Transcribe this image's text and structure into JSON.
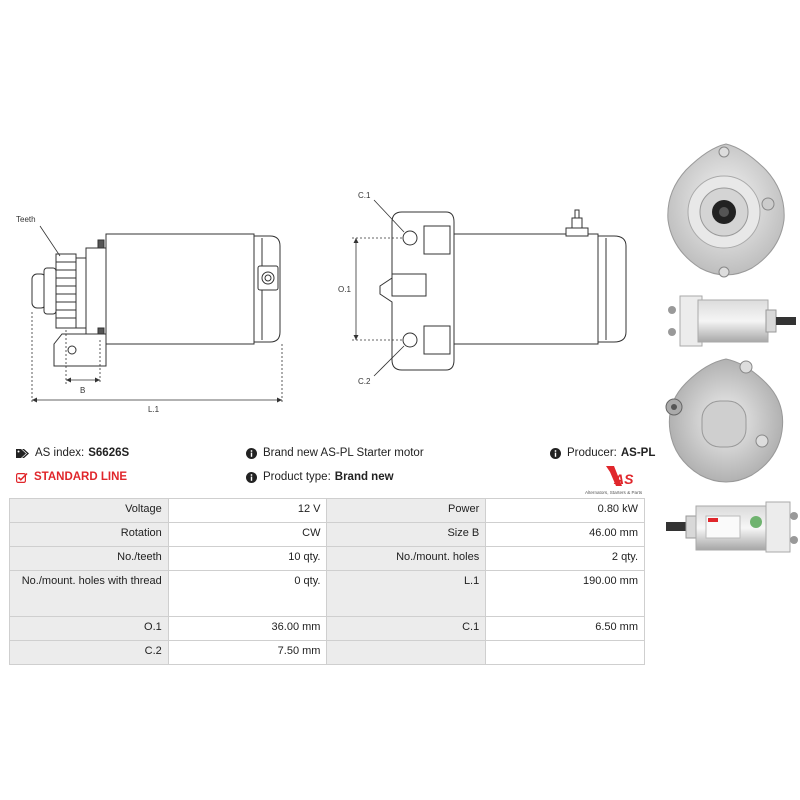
{
  "drawing_labels": {
    "teeth": "Teeth",
    "b": "B",
    "l1": "L.1",
    "c1": "C.1",
    "o1": "O.1",
    "c2": "C.2"
  },
  "info": {
    "as_index_label": "AS index:",
    "as_index_value": "S6626S",
    "brand_new_text": "Brand new AS-PL Starter motor",
    "producer_label": "Producer:",
    "producer_value": "AS-PL",
    "line_text": "STANDARD LINE",
    "product_type_label": "Product type:",
    "product_type_value": "Brand new"
  },
  "logo": {
    "mark": "AS",
    "tagline": "Alternators, Starters & Parts",
    "brand_color": "#e0262b"
  },
  "spec_rows": [
    [
      {
        "label": "Voltage",
        "value": "12 V"
      },
      {
        "label": "Power",
        "value": "0.80 kW"
      }
    ],
    [
      {
        "label": "Rotation",
        "value": "CW"
      },
      {
        "label": "Size B",
        "value": "46.00 mm"
      }
    ],
    [
      {
        "label": "No./teeth",
        "value": "10 qty."
      },
      {
        "label": "No./mount. holes",
        "value": "2 qty."
      }
    ],
    [
      {
        "label": "No./mount. holes with thread",
        "value": "0 qty."
      },
      {
        "label": "L.1",
        "value": "190.00 mm"
      }
    ],
    [
      {
        "label": "O.1",
        "value": "36.00 mm"
      },
      {
        "label": "C.1",
        "value": "6.50 mm"
      }
    ],
    [
      {
        "label": "C.2",
        "value": "7.50 mm"
      },
      {
        "label": "",
        "value": ""
      }
    ]
  ],
  "icons": {
    "tag": "tag-icon",
    "info": "info-icon",
    "check": "checkbox-checked-icon"
  }
}
